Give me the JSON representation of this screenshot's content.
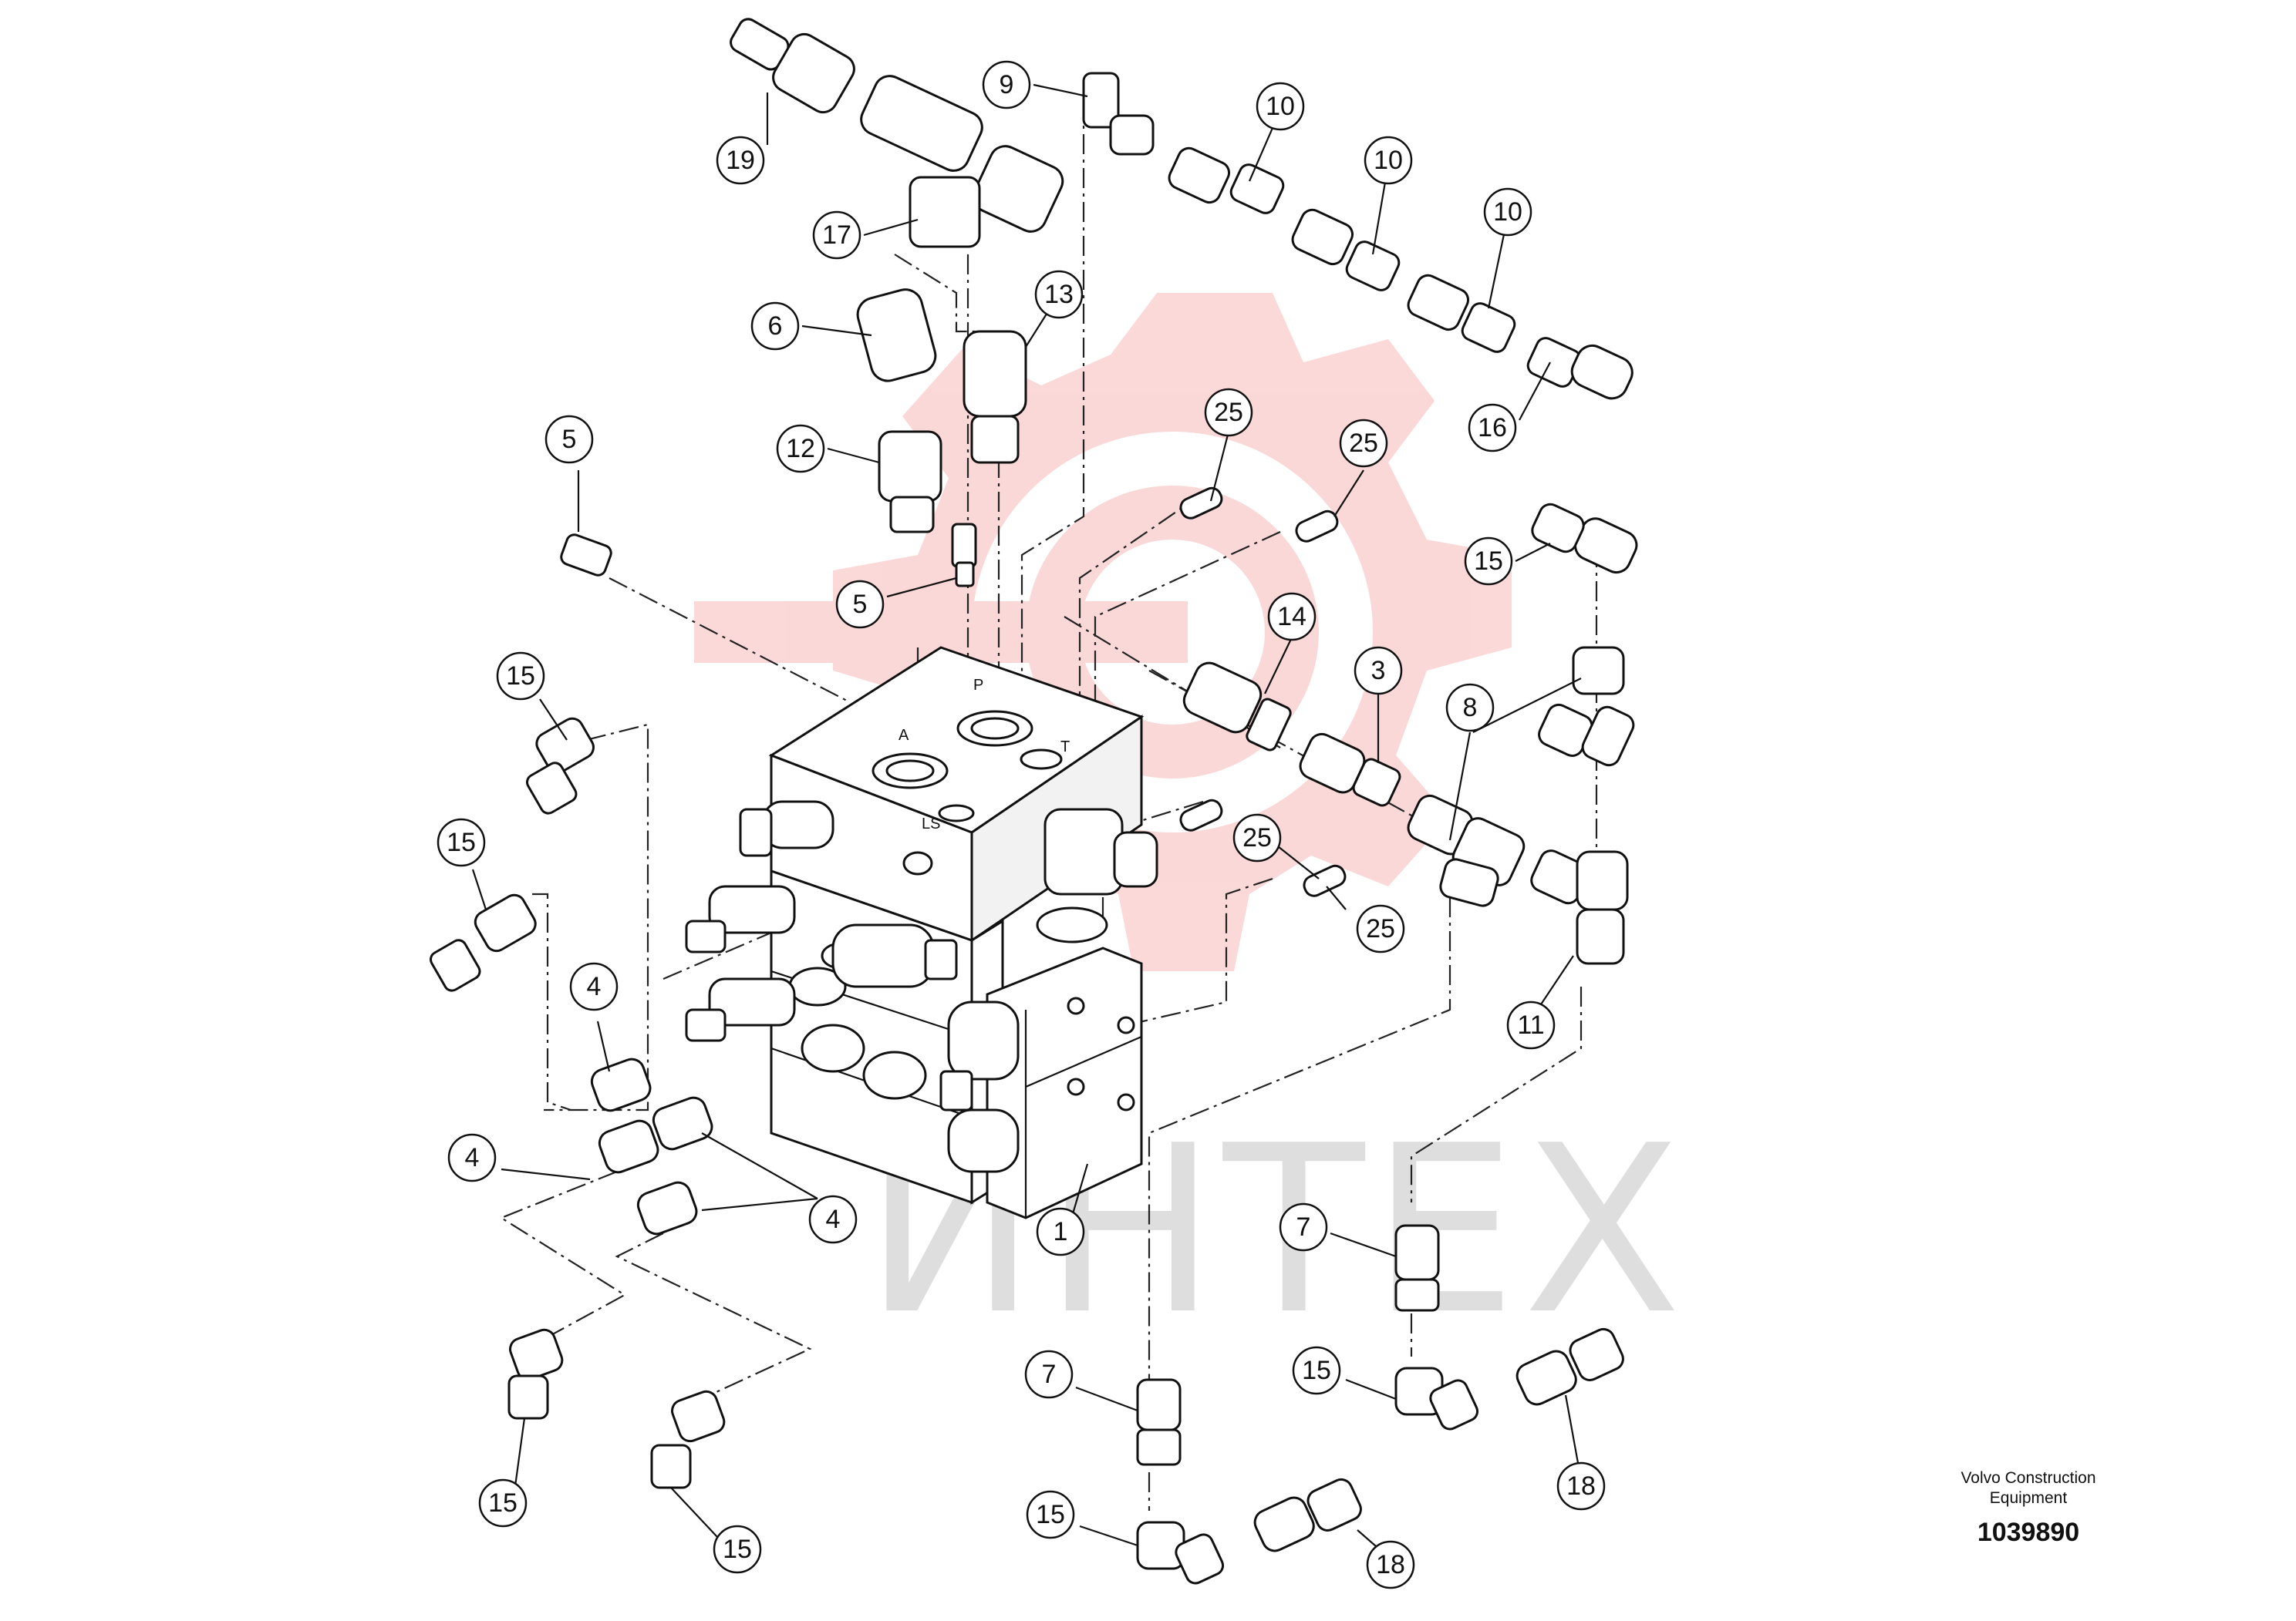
{
  "diagram": {
    "watermark": {
      "text": "ИНТЕХ",
      "color": "#f05050",
      "text_color": "#b8b8b8"
    },
    "ports": [
      "A",
      "P",
      "T",
      "LS"
    ],
    "callouts": [
      "19",
      "9",
      "10",
      "10",
      "10",
      "17",
      "6",
      "13",
      "16",
      "25",
      "25",
      "5",
      "12",
      "15",
      "5",
      "14",
      "3",
      "8",
      "15",
      "15",
      "25",
      "25",
      "11",
      "4",
      "4",
      "4",
      "1",
      "7",
      "7",
      "15",
      "18",
      "15",
      "18",
      "15",
      "15"
    ]
  },
  "brand": {
    "company_line1": "Volvo Construction",
    "company_line2": "Equipment",
    "number": "1039890"
  }
}
